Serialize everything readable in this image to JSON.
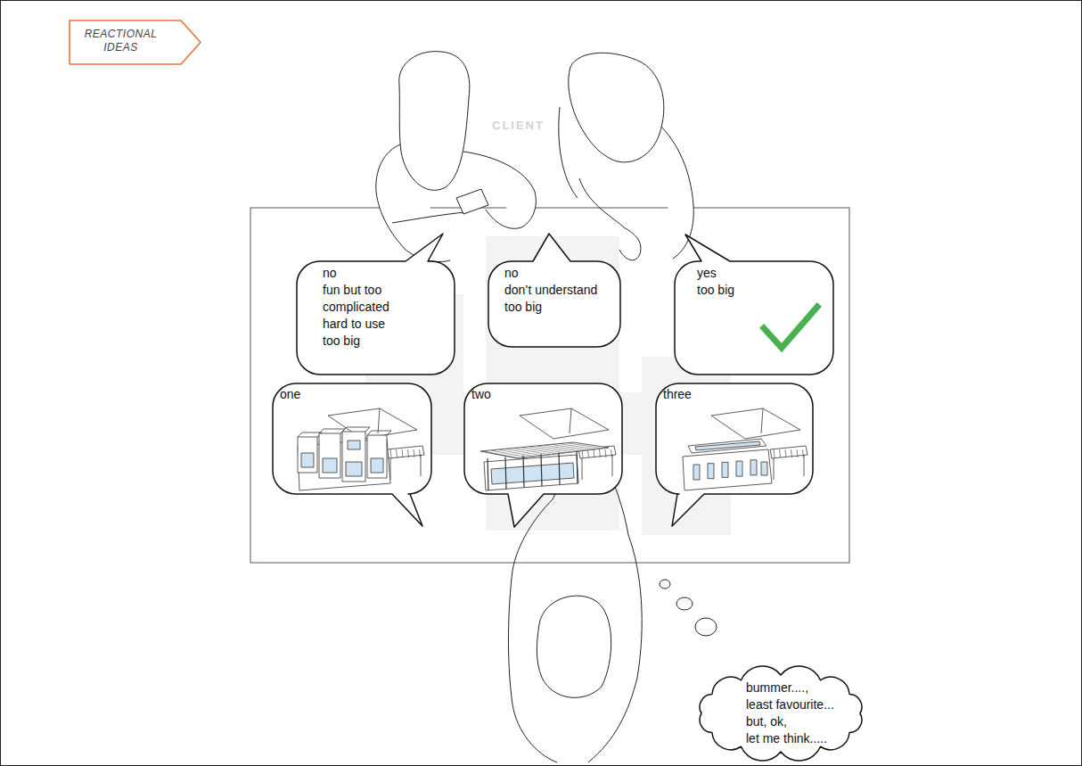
{
  "diagram": {
    "nodes": [
      {
        "text": [
          "REACTIONAL IDEAS"
        ]
      },
      {
        "text": [
          "no",
          "fun but too complicated",
          "hard to use",
          "too big"
        ]
      },
      {
        "text": [
          "no",
          "don’t understand",
          "too big"
        ]
      },
      {
        "text": [
          "yes",
          "too big"
        ]
      },
      {
        "text": [
          "one"
        ]
      },
      {
        "text": [
          "two"
        ]
      },
      {
        "text": [
          "three"
        ]
      },
      {
        "text": [
          "bummer....,",
          "least favourite...",
          "but, ok,",
          "let me think....."
        ]
      }
    ],
    "labels": [
      "CLIENT"
    ]
  }
}
